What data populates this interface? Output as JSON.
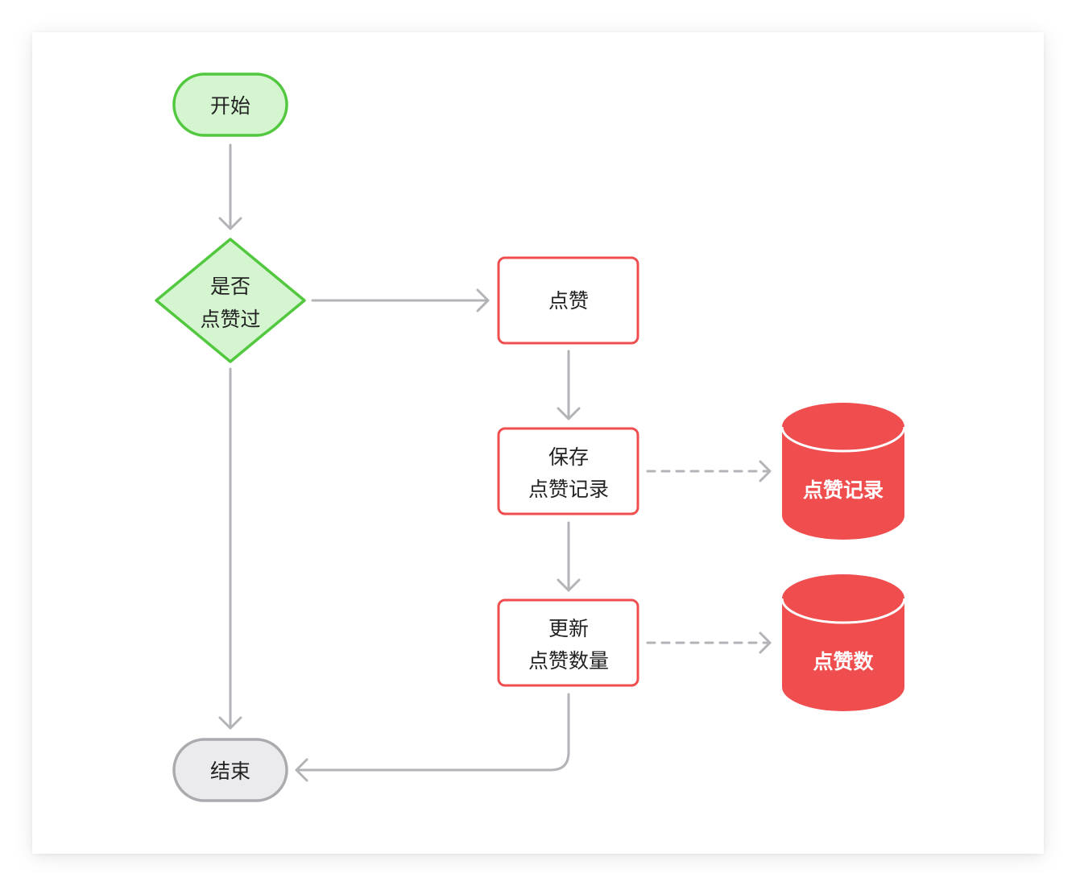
{
  "colors": {
    "green_fill": "#d5f5d1",
    "green_stroke": "#52c83f",
    "red": "#f04e4e",
    "gray_fill": "#ebebed",
    "gray_stroke": "#a9abaf",
    "connector": "#b2b4b8"
  },
  "nodes": {
    "start": {
      "label": "开始"
    },
    "decision": {
      "line1": "是否",
      "line2": "点赞过"
    },
    "like": {
      "label": "点赞"
    },
    "save": {
      "line1": "保存",
      "line2": "点赞记录"
    },
    "update": {
      "line1": "更新",
      "line2": "点赞数量"
    },
    "end": {
      "label": "结束"
    }
  },
  "databases": {
    "records": {
      "label": "点赞记录"
    },
    "count": {
      "label": "点赞数"
    }
  }
}
